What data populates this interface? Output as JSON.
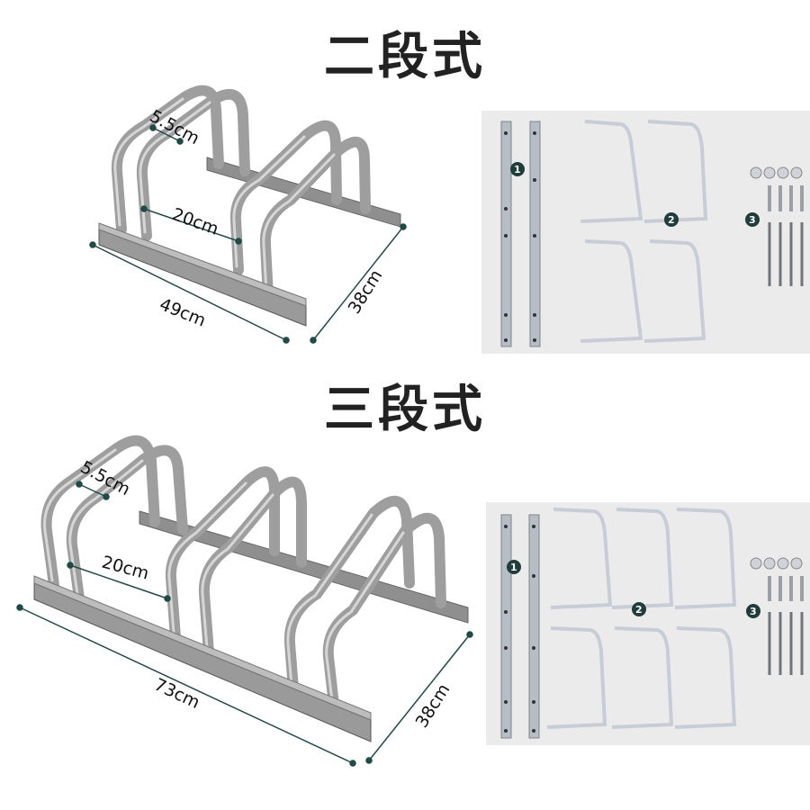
{
  "sections": {
    "two": {
      "title": "二段式",
      "dims": {
        "tube": "5.5cm",
        "gap": "20cm",
        "length": "49cm",
        "depth": "38cm"
      }
    },
    "three": {
      "title": "三段式",
      "dims": {
        "tube": "5.5cm",
        "gap": "20cm",
        "length": "73cm",
        "depth": "38cm"
      }
    }
  },
  "parts_badges": [
    "1",
    "2",
    "3"
  ],
  "colors": {
    "steel": "#a8a8a8",
    "steel_dark": "#6f6f6f",
    "dim_line": "#1f4a45",
    "badge": "#1f3d3a",
    "parts_bg": "#ebebeb"
  }
}
